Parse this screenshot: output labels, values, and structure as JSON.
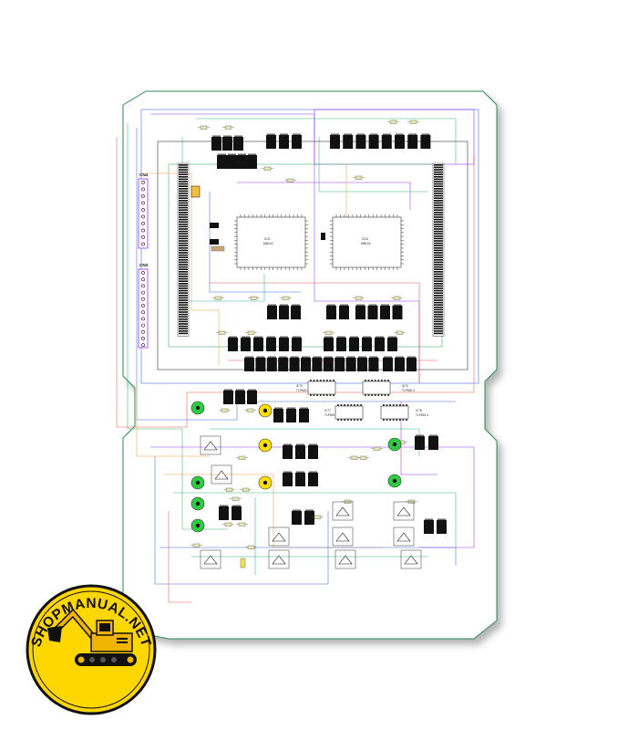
{
  "connectors": {
    "cn4": "CN4",
    "cn3": "CN3"
  },
  "mcu": {
    "left_ref": "IC21",
    "left_part": "M6K2A",
    "right_ref": "IC24",
    "right_part": "M6K2A"
  },
  "optocouplers": {
    "a_ref": "IC73",
    "a_part": "TLP620-4",
    "b_ref": "IC74",
    "b_part": "TLP620-4",
    "c_ref": "IC77",
    "c_part": "TLP620-4",
    "d_ref": "IC78",
    "d_part": "TLP620-4"
  },
  "watermark": {
    "text": "SHOPMANUAL.NET"
  },
  "colors": {
    "board_border": "#2e8b57",
    "trace_green": "#3cb371",
    "trace_red": "#e8554e",
    "trace_blue": "#4169e1",
    "trace_purple": "#9b30ff",
    "trace_orange": "#f0a040",
    "trace_teal": "#20b2aa",
    "badge_yellow": "#ffd700",
    "badge_black": "#000000"
  }
}
